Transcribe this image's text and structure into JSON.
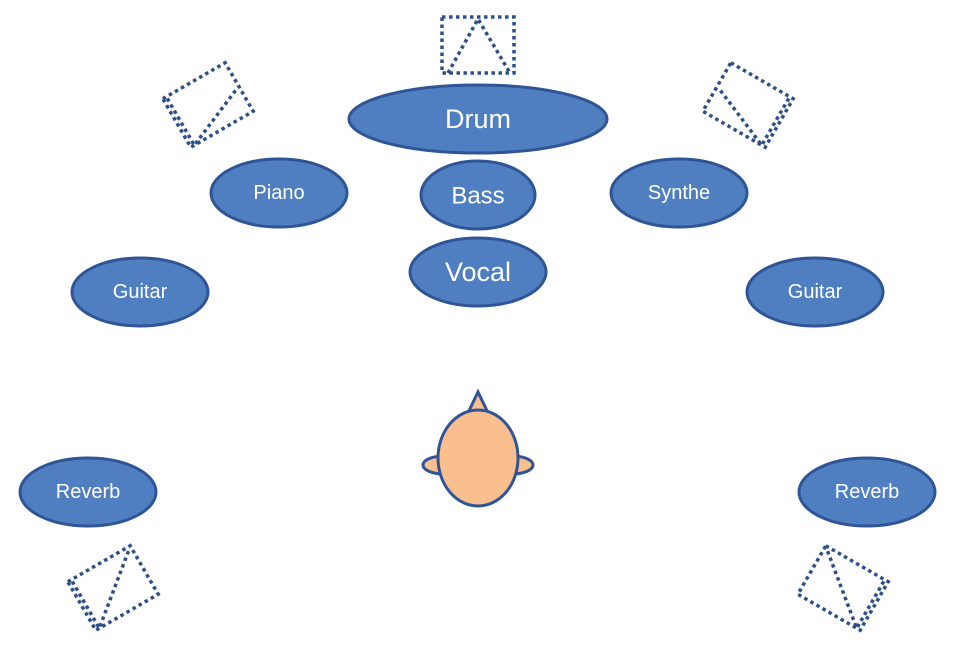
{
  "colors": {
    "node_fill": "#4f7fc0",
    "node_stroke": "#2f5597",
    "label": "#ffffff",
    "speaker": "#2f4f86",
    "head": "#f9bf8f"
  },
  "nodes": {
    "drum": "Drum",
    "piano": "Piano",
    "bass": "Bass",
    "synthe": "Synthe",
    "vocal": "Vocal",
    "guitar_left": "Guitar",
    "guitar_right": "Guitar",
    "reverb_left": "Reverb",
    "reverb_right": "Reverb"
  },
  "icons": {
    "speaker": "speaker-icon",
    "listener": "listener-head-icon"
  }
}
